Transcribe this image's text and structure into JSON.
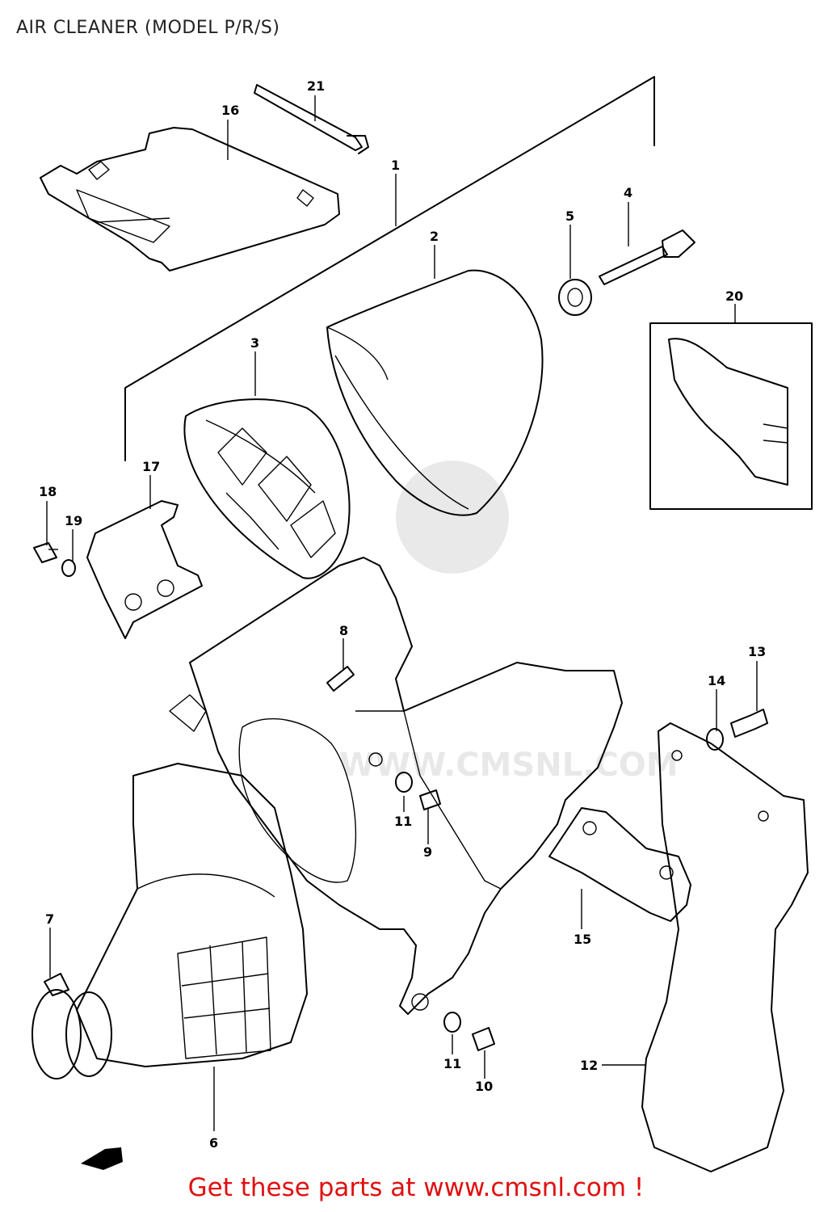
{
  "title": "AIR CLEANER (MODEL P/R/S)",
  "footer": "Get these parts at www.cmsnl.com !",
  "watermark": "WWW.CMSNL.COM",
  "colors": {
    "background": "#ffffff",
    "line": "#000000",
    "footer_text": "#e01010"
  },
  "callouts": {
    "c1": "1",
    "c2": "2",
    "c3": "3",
    "c4": "4",
    "c5": "5",
    "c6": "6",
    "c7": "7",
    "c8": "8",
    "c9": "9",
    "c10": "10",
    "c11a": "11",
    "c11b": "11",
    "c12": "12",
    "c13": "13",
    "c14": "14",
    "c15": "15",
    "c16": "16",
    "c17": "17",
    "c18": "18",
    "c19": "19",
    "c20": "20",
    "c21": "21"
  }
}
